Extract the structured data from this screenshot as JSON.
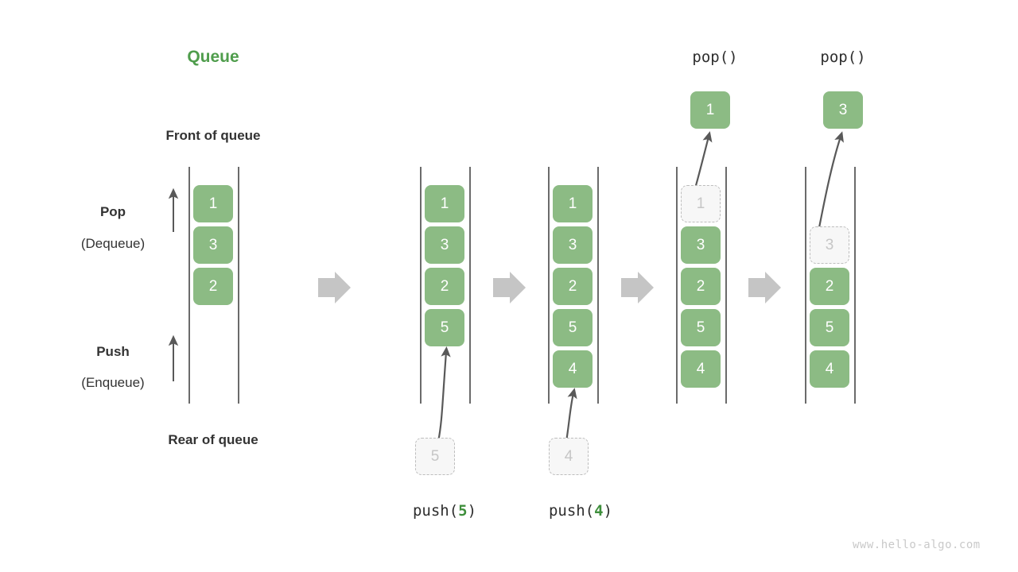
{
  "diagram": {
    "title": "Queue",
    "front_label": "Front of queue",
    "rear_label": "Rear of queue",
    "pop_label": "Pop",
    "pop_sub": "(Dequeue)",
    "push_label": "Push",
    "push_sub": "(Enqueue)",
    "watermark": "www.hello-algo.com",
    "colors": {
      "accent_green": "#4f9d4c",
      "cell_green": "#8cbb84",
      "ghost_fill": "#f7f7f7",
      "ghost_border": "#bdbdbd",
      "ghost_text": "#c6c6c6",
      "rail": "#6b6b6b",
      "arrow_gray": "#c5c5c5",
      "curve_arrow": "#595959",
      "text_dark": "#333333",
      "watermark_gray": "#c9c9c9"
    }
  },
  "steps": [
    {
      "id": "initial",
      "caption": "",
      "top_caption": "",
      "cells": [
        {
          "value": "1",
          "state": "filled"
        },
        {
          "value": "3",
          "state": "filled"
        },
        {
          "value": "2",
          "state": "filled"
        }
      ],
      "incoming": null,
      "outgoing": null
    },
    {
      "id": "push-5",
      "caption_prefix": "push(",
      "caption_arg": "5",
      "caption_suffix": ")",
      "cells": [
        {
          "value": "1",
          "state": "filled"
        },
        {
          "value": "3",
          "state": "filled"
        },
        {
          "value": "2",
          "state": "filled"
        },
        {
          "value": "5",
          "state": "filled"
        }
      ],
      "incoming": {
        "value": "5",
        "state": "ghost"
      },
      "outgoing": null
    },
    {
      "id": "push-4",
      "caption_prefix": "push(",
      "caption_arg": "4",
      "caption_suffix": ")",
      "cells": [
        {
          "value": "1",
          "state": "filled"
        },
        {
          "value": "3",
          "state": "filled"
        },
        {
          "value": "2",
          "state": "filled"
        },
        {
          "value": "5",
          "state": "filled"
        },
        {
          "value": "4",
          "state": "filled"
        }
      ],
      "incoming": {
        "value": "4",
        "state": "ghost"
      },
      "outgoing": null
    },
    {
      "id": "pop-1",
      "top_caption": "pop()",
      "cells": [
        {
          "value": "1",
          "state": "ghost"
        },
        {
          "value": "3",
          "state": "filled"
        },
        {
          "value": "2",
          "state": "filled"
        },
        {
          "value": "5",
          "state": "filled"
        },
        {
          "value": "4",
          "state": "filled"
        }
      ],
      "incoming": null,
      "outgoing": {
        "value": "1",
        "state": "filled"
      }
    },
    {
      "id": "pop-3",
      "top_caption": "pop()",
      "cells": [
        {
          "value": "3",
          "state": "ghost"
        },
        {
          "value": "2",
          "state": "filled"
        },
        {
          "value": "5",
          "state": "filled"
        },
        {
          "value": "4",
          "state": "filled"
        }
      ],
      "incoming": null,
      "outgoing": {
        "value": "3",
        "state": "filled"
      }
    }
  ],
  "flow_arrows": [
    "step-arrow-1",
    "step-arrow-2",
    "step-arrow-3",
    "step-arrow-4"
  ],
  "direction_arrows": [
    {
      "name": "pop-direction-arrow"
    },
    {
      "name": "push-direction-arrow"
    }
  ]
}
